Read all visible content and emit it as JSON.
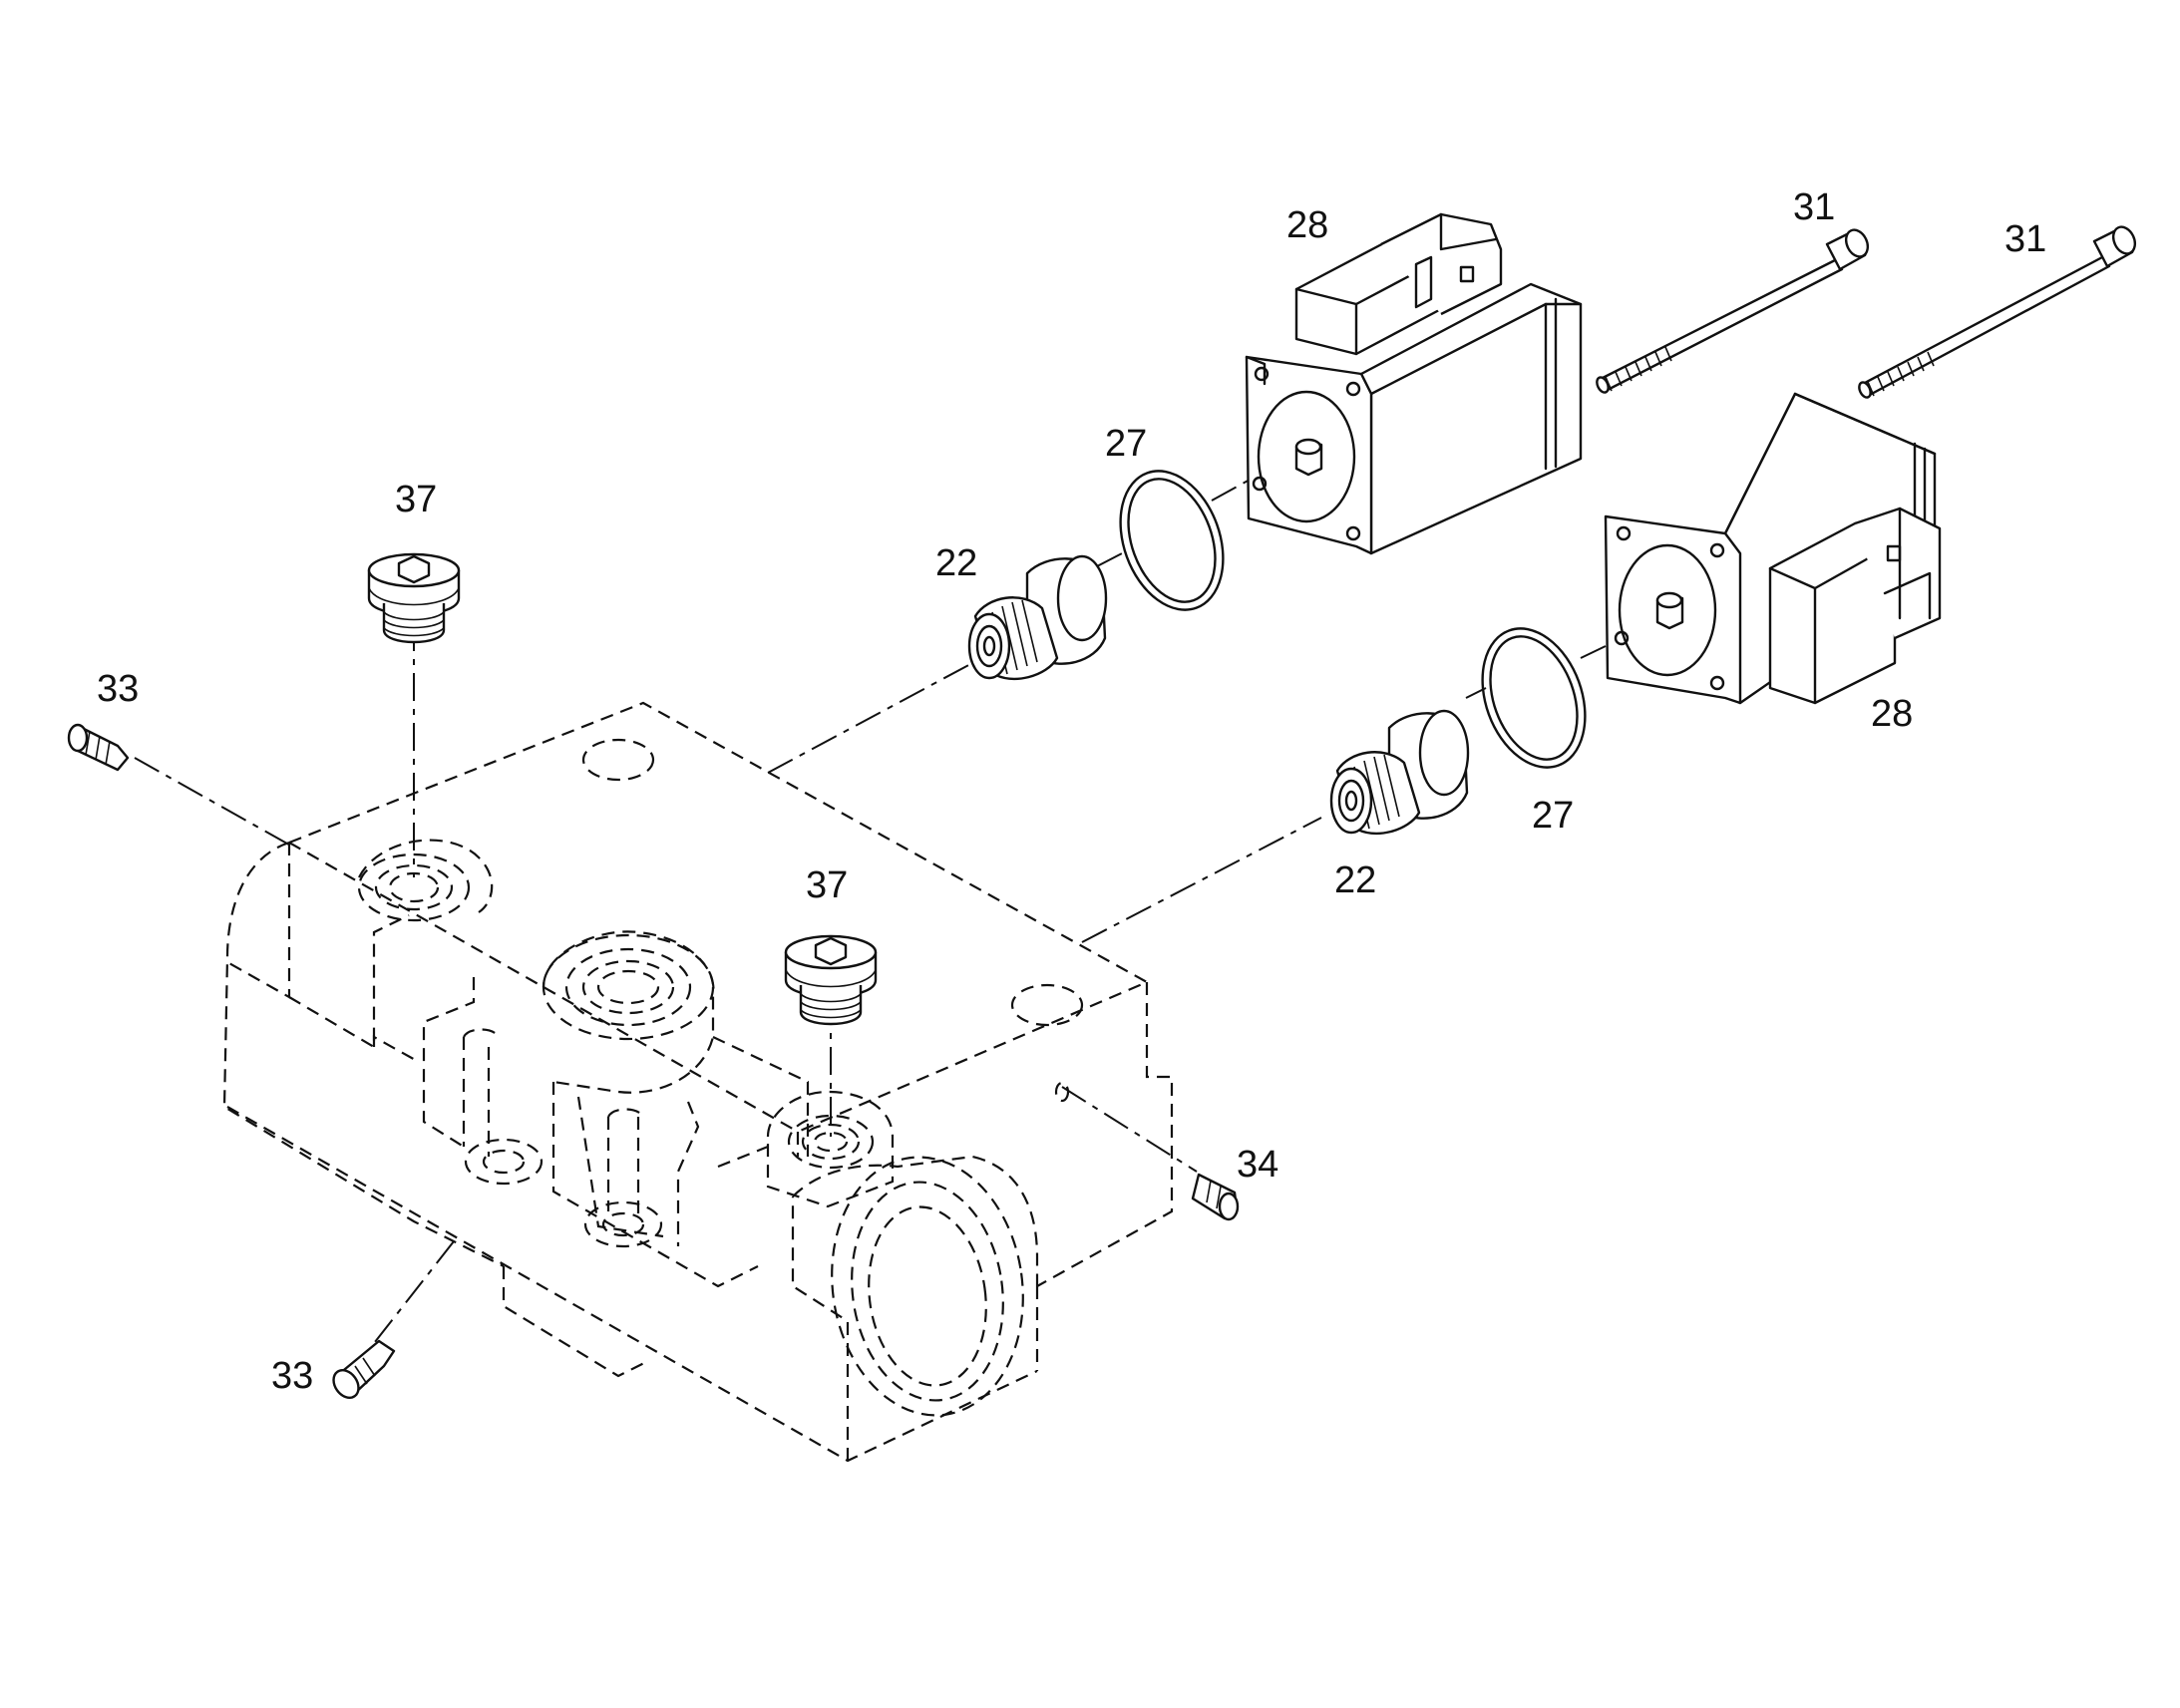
{
  "callouts": {
    "c28a": "28",
    "c31a": "31",
    "c31b": "31",
    "c27a": "27",
    "c37a": "37",
    "c22a": "22",
    "c33a": "33",
    "c28b": "28",
    "c27b": "27",
    "c22b": "22",
    "c37b": "37",
    "c34": "34",
    "c33b": "33"
  }
}
